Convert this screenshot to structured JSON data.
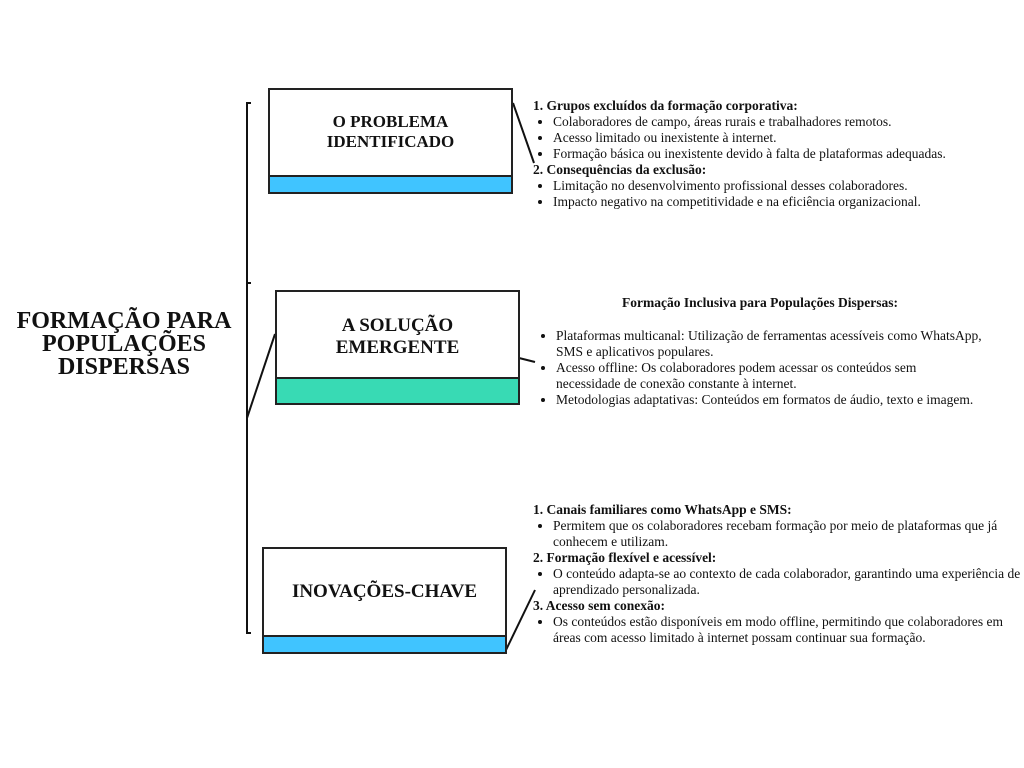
{
  "title": "FORMAÇÃO PARA POPULAÇÕES DISPERSAS",
  "colors": {
    "blue": "#40C4FF",
    "teal": "#38DAB4"
  },
  "sections": [
    {
      "label": "O PROBLEMA IDENTIFICADO",
      "groups": [
        {
          "heading": "1. Grupos excluídos da formação corporativa:",
          "items": [
            "Colaboradores de campo, áreas rurais e trabalhadores remotos.",
            "Acesso limitado ou inexistente à internet.",
            "Formação básica ou inexistente devido à falta de plataformas adequadas."
          ]
        },
        {
          "heading": "2. Consequências da exclusão:",
          "items": [
            "Limitação no desenvolvimento profissional desses colaboradores.",
            "Impacto negativo na competitividade e na eficiência organizacional."
          ]
        }
      ]
    },
    {
      "label": "A SOLUÇÃO EMERGENTE",
      "heading": "Formação Inclusiva para Populações Dispersas:",
      "items": [
        "Plataformas multicanal: Utilização de ferramentas acessíveis como WhatsApp, SMS e aplicativos populares.",
        "Acesso offline: Os colaboradores podem acessar os conteúdos sem necessidade de conexão constante à internet.",
        "Metodologias adaptativas: Conteúdos em formatos de áudio, texto e imagem."
      ]
    },
    {
      "label": "INOVAÇÕES-CHAVE",
      "groups": [
        {
          "heading": "1. Canais familiares como WhatsApp e SMS:",
          "items": [
            "Permitem que os colaboradores recebam formação por meio de plataformas que já conhecem e utilizam."
          ]
        },
        {
          "heading": "2. Formação flexível e acessível:",
          "items": [
            "O conteúdo adapta-se ao contexto de cada colaborador, garantindo uma experiência de aprendizado personalizada."
          ]
        },
        {
          "heading": "3. Acesso sem conexão:",
          "items": [
            "Os conteúdos estão disponíveis em modo offline, permitindo que colaboradores em áreas com acesso limitado à internet possam continuar sua formação."
          ]
        }
      ]
    }
  ]
}
